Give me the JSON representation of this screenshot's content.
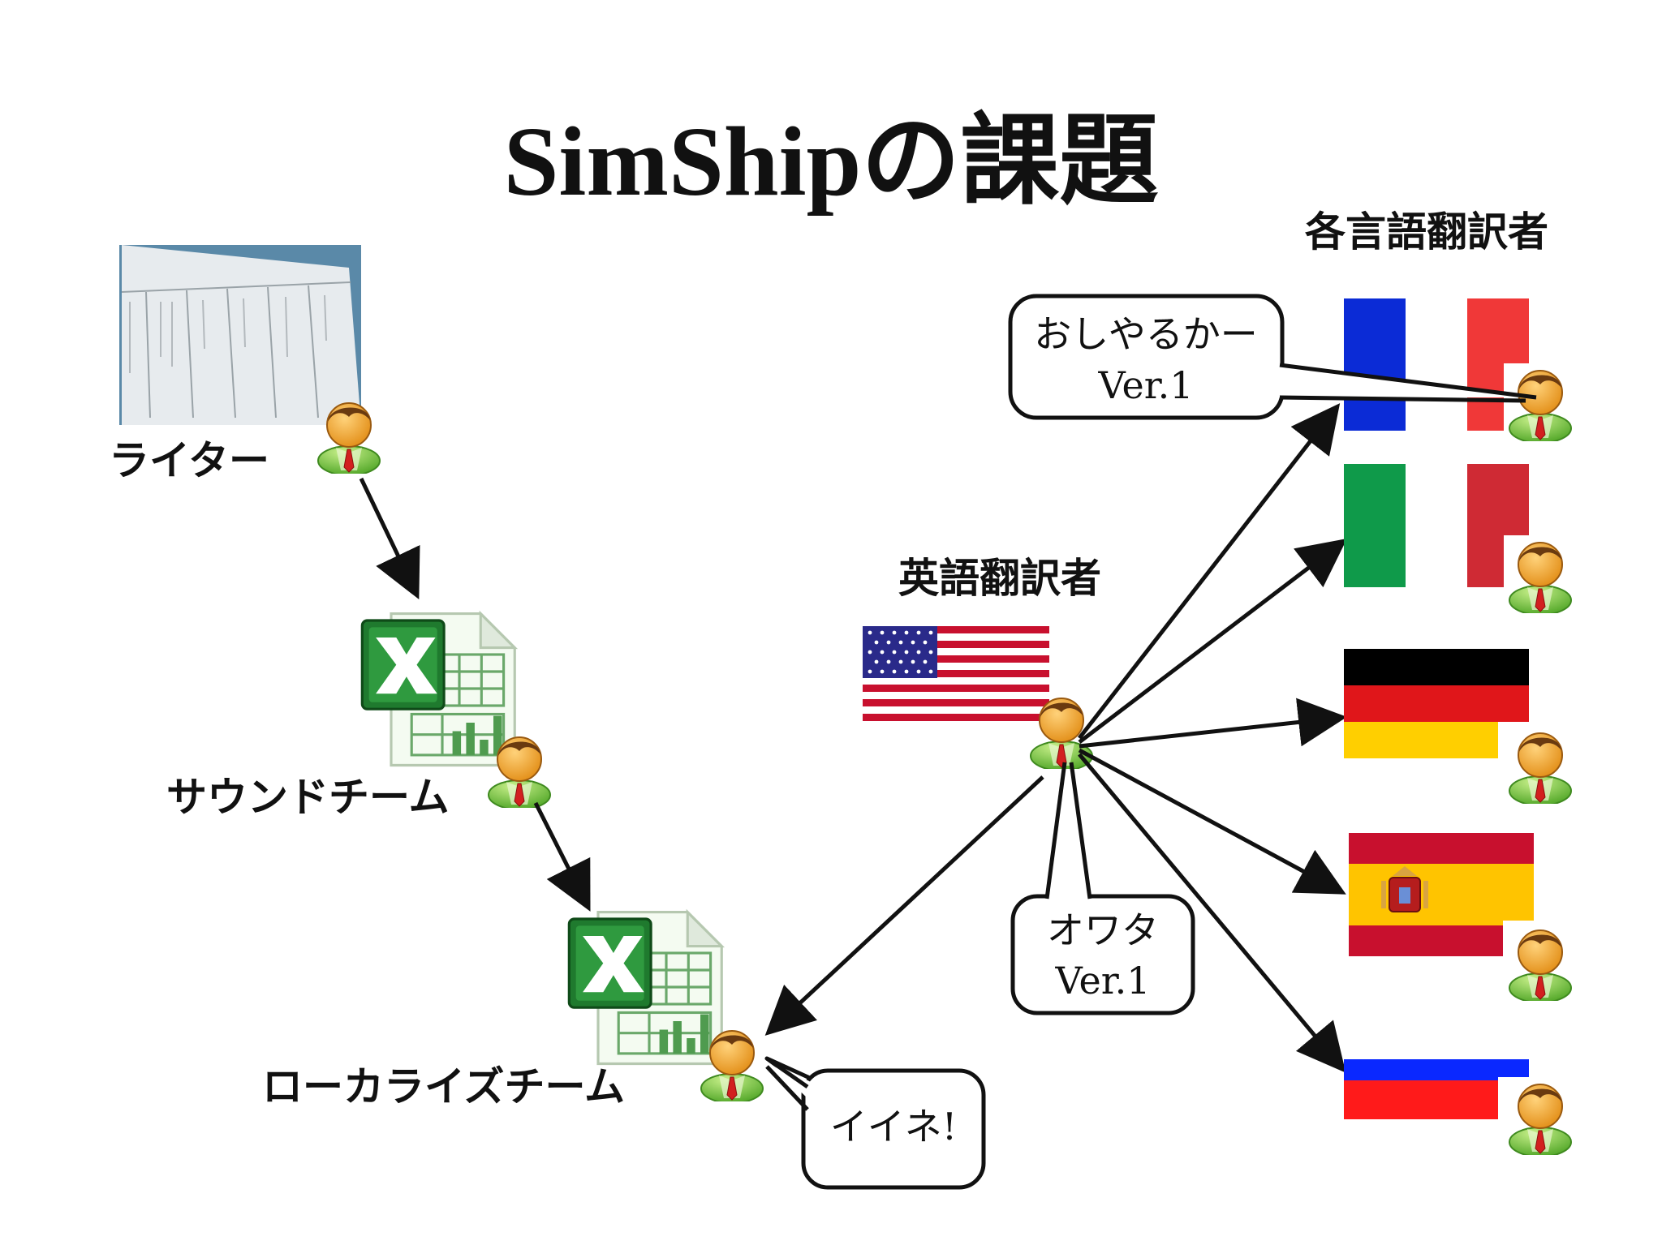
{
  "title": "SimShipの課題",
  "labels": {
    "writer": "ライター",
    "sound_team": "サウンドチーム",
    "localize_team": "ローカライズチーム",
    "english_translator": "英語翻訳者",
    "translators_each_lang": "各言語翻訳者"
  },
  "bubbles": {
    "french": {
      "line1": "おしやるかー",
      "line2": "Ver.1"
    },
    "done": {
      "line1": "オワタ",
      "line2": "Ver.1"
    },
    "nice": {
      "line1": "イイネ!"
    }
  },
  "icons": {
    "person": "person-icon",
    "spreadsheet": "excel-spreadsheet-icon",
    "document": "document-photo"
  },
  "colors": {
    "person_head": "#f2a93b",
    "person_hair": "#7a4a12",
    "person_body": "#7cc243",
    "tie": "#d21f1f",
    "excel_green": "#1f7a2e",
    "france_blue": "#0b2bd6",
    "france_red": "#f03838",
    "italy_green": "#0f9a4a",
    "italy_red": "#cf2a34",
    "germany_red": "#e0161a",
    "germany_gold": "#ffcf00",
    "spain_red": "#c8102e",
    "spain_yellow": "#ffc400",
    "russia_blue": "#0a28ff",
    "russia_red": "#ff1a1a",
    "usa_red": "#c8102e",
    "usa_blue": "#2a2a8a"
  }
}
